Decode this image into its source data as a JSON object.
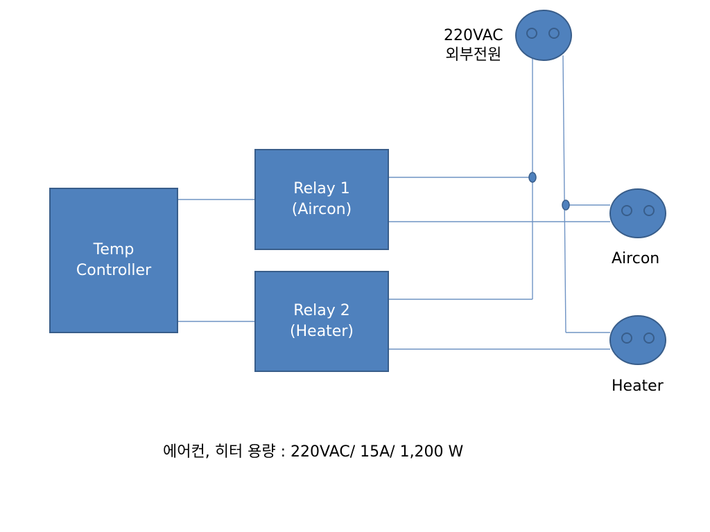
{
  "blocks": {
    "temp_controller": {
      "line1": "Temp",
      "line2": "Controller"
    },
    "relay1": {
      "line1": "Relay 1",
      "line2": "(Aircon)"
    },
    "relay2": {
      "line1": "Relay 2",
      "line2": "(Heater)"
    }
  },
  "sockets": {
    "power": {
      "line1": "220VAC",
      "line2": "외부전원"
    },
    "aircon": {
      "label": "Aircon"
    },
    "heater": {
      "label": "Heater"
    }
  },
  "footer": {
    "capacity_text": "에어컨, 히터 용량 : 220VAC/ 15A/ 1,200 W"
  },
  "colors": {
    "block_fill": "#4f81bd",
    "block_border": "#385d8a",
    "wire": "#6f93c4"
  }
}
